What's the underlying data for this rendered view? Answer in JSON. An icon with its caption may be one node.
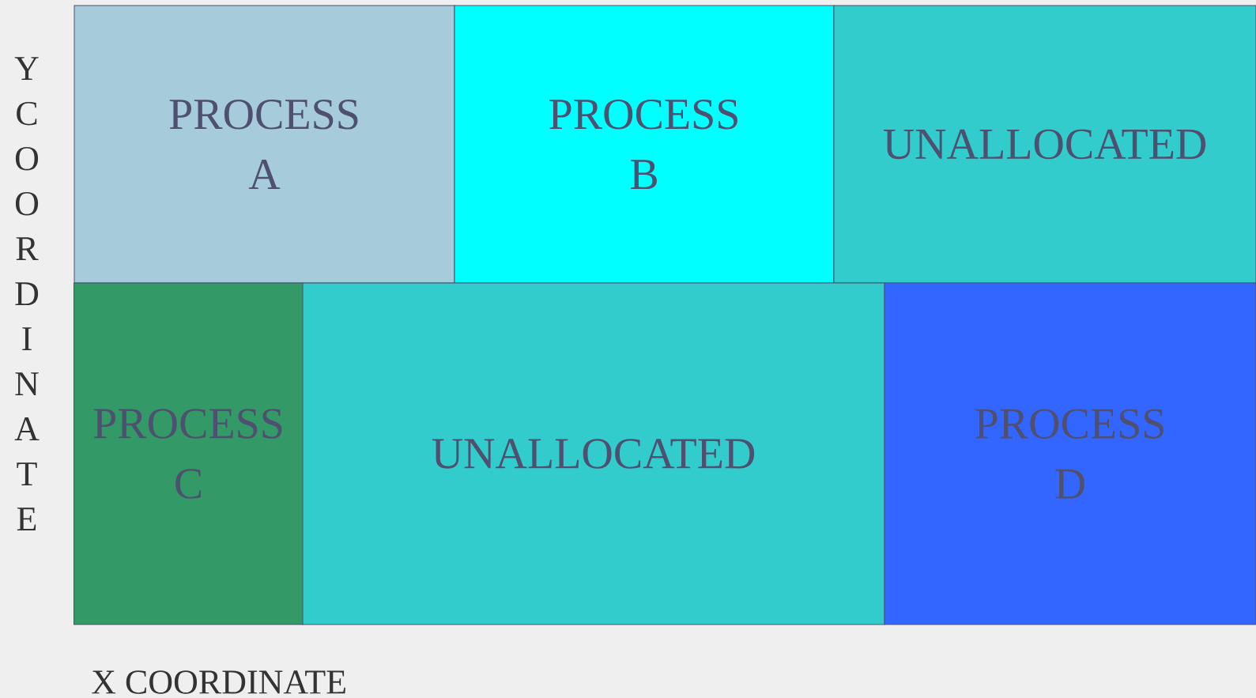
{
  "diagram": {
    "nodes": [
      {
        "text": [
          "PROCESS A"
        ]
      },
      {
        "text": [
          "PROCESS B"
        ]
      },
      {
        "text": [
          "UNALLOCATED"
        ]
      },
      {
        "text": [
          "PROCESS C"
        ]
      },
      {
        "text": [
          "UNALLOCATED"
        ]
      },
      {
        "text": [
          "PROCESS D"
        ]
      }
    ],
    "labels": [
      "Y COORDINATE",
      "X COORDINATE"
    ]
  }
}
